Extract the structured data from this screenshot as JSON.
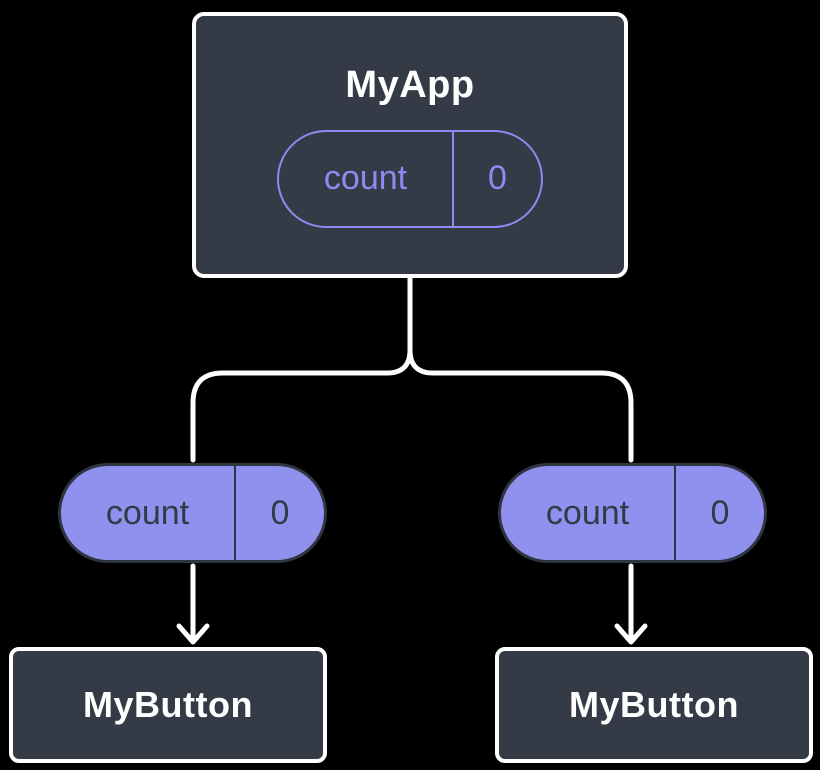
{
  "colors": {
    "background": "#000000",
    "node-fill": "#343B46",
    "node-border": "#FFFFFF",
    "accent": "#8B8BF2",
    "pill-fill": "#9090EE",
    "pill-border": "#2F3540",
    "pill-text": "#333A47",
    "connector": "#FFFFFF"
  },
  "root_node": {
    "title": "MyApp",
    "state_pill": {
      "label": "count",
      "value": "0"
    }
  },
  "left_branch": {
    "prop_pill": {
      "label": "count",
      "value": "0"
    },
    "child": {
      "title": "MyButton"
    }
  },
  "right_branch": {
    "prop_pill": {
      "label": "count",
      "value": "0"
    },
    "child": {
      "title": "MyButton"
    }
  }
}
